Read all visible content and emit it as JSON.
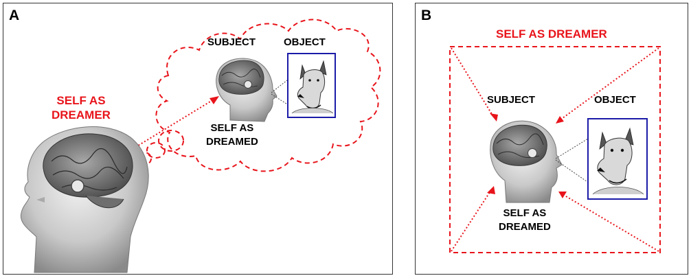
{
  "colors": {
    "accent": "#e8141b",
    "frame": "#1a1aa8",
    "text": "#000000"
  },
  "panel_a": {
    "label": "A",
    "subject": "SUBJECT",
    "object": "OBJECT",
    "self_as_dreamer_line1": "SELF AS",
    "self_as_dreamer_line2": "DREAMER",
    "self_as_dreamed_line1": "SELF AS",
    "self_as_dreamed_line2": "DREAMED",
    "icons": [
      "large-head-brain-icon",
      "small-head-brain-icon",
      "dog-icon",
      "thought-cloud-icon"
    ]
  },
  "panel_b": {
    "label": "B",
    "title": "SELF AS DREAMER",
    "subject": "SUBJECT",
    "object": "OBJECT",
    "self_as_dreamed_line1": "SELF AS",
    "self_as_dreamed_line2": "DREAMED",
    "icons": [
      "head-brain-icon",
      "dog-icon",
      "dream-frame-icon"
    ]
  }
}
